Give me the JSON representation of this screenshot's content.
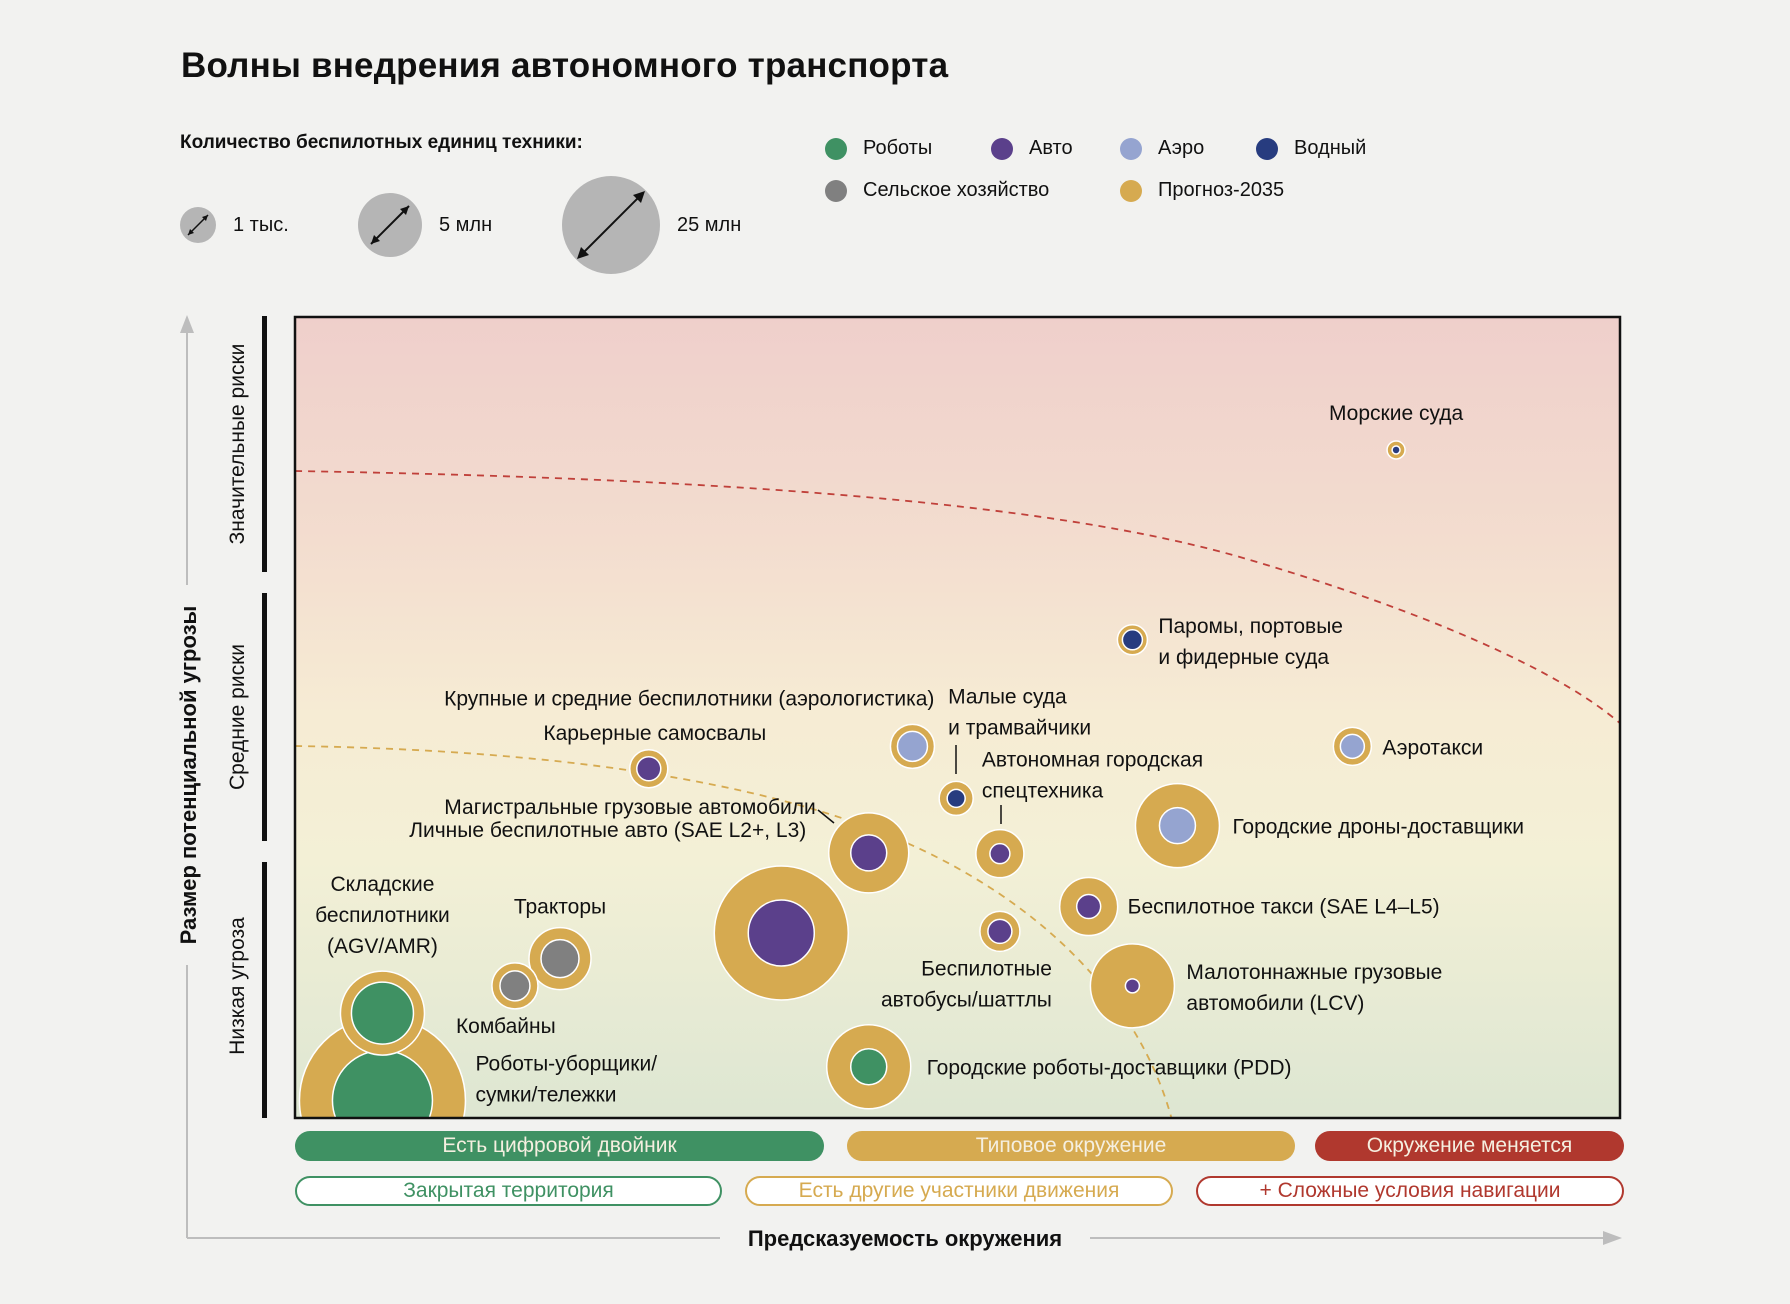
{
  "title": "Волны внедрения автономного транспорта",
  "size_legend": {
    "title": "Количество беспилотных единиц техники:",
    "items": [
      {
        "label": "1 тыс.",
        "value": 1000
      },
      {
        "label": "5 млн",
        "value": 5000000
      },
      {
        "label": "25 млн",
        "value": 25000000
      }
    ]
  },
  "category_legend": [
    {
      "key": "robots",
      "label": "Роботы",
      "color": "#3f9163"
    },
    {
      "key": "auto",
      "label": "Авто",
      "color": "#5b408b"
    },
    {
      "key": "aero",
      "label": "Аэро",
      "color": "#95a4d0"
    },
    {
      "key": "water",
      "label": "Водный",
      "color": "#273c7f"
    },
    {
      "key": "agri",
      "label": "Сельское хозяйство",
      "color": "#808080"
    },
    {
      "key": "forecast",
      "label": "Прогноз-2035",
      "color": "#d6aa50"
    }
  ],
  "y_axis": {
    "label": "Размер потенциальной угрозы",
    "bands": [
      "Значительные риски",
      "Средние риски",
      "Низкая угроза"
    ]
  },
  "x_axis": {
    "label": "Предсказуемость окружения",
    "filled_pills": [
      {
        "label": "Есть цифровой двойник",
        "color": "#3f9163"
      },
      {
        "label": "Типовое окружение",
        "color": "#d6aa50"
      },
      {
        "label": "Окружение меняется",
        "color": "#b0382e"
      }
    ],
    "outline_pills": [
      {
        "label": "Закрытая территория",
        "color": "#3f9163"
      },
      {
        "label": "Есть другие участники движения",
        "color": "#d6aa50"
      },
      {
        "label": "+ Сложные условия навигации",
        "color": "#b0382e"
      }
    ]
  },
  "chart_data": {
    "type": "scatter",
    "subtype": "bubble",
    "title": "Волны внедрения автономного транспорта",
    "xlabel": "Предсказуемость окружения",
    "ylabel": "Размер потенциальной угрозы",
    "xlim": [
      0,
      100
    ],
    "ylim": [
      0,
      100
    ],
    "grid": false,
    "note": "x/y are relative positions in the chart area (0–100); size_current and size_2035 are relative bubble radii (Прогноз-2035 is the outer gold ring)",
    "series": [
      {
        "name": "Морские суда",
        "category": "water",
        "x": 83.1,
        "y": 83.4,
        "size_current": 4,
        "size_2035": 9
      },
      {
        "name": "Паромы, портовые и фидерные суда",
        "category": "water",
        "x": 63.2,
        "y": 59.7,
        "size_current": 10,
        "size_2035": 15
      },
      {
        "name": "Аэротакси",
        "category": "aero",
        "x": 79.8,
        "y": 46.4,
        "size_current": 12,
        "size_2035": 19
      },
      {
        "name": "Крупные и средние беспилотники (аэрологистика)",
        "category": "aero",
        "x": 46.6,
        "y": 46.4,
        "size_current": 15,
        "size_2035": 22
      },
      {
        "name": "Карьерные самосвалы",
        "category": "auto",
        "x": 26.7,
        "y": 43.6,
        "size_current": 12,
        "size_2035": 19
      },
      {
        "name": "Малые суда и трамвайчики",
        "category": "water",
        "x": 49.9,
        "y": 39.9,
        "size_current": 9,
        "size_2035": 17
      },
      {
        "name": "Городские дроны-доставщики",
        "category": "aero",
        "x": 66.6,
        "y": 36.5,
        "size_current": 18,
        "size_2035": 42
      },
      {
        "name": "Магистральные грузовые автомобили",
        "category": "auto",
        "x": 43.3,
        "y": 33.1,
        "size_current": 18,
        "size_2035": 40
      },
      {
        "name": "Автономная городская спецтехника",
        "category": "auto",
        "x": 53.2,
        "y": 33.0,
        "size_current": 10,
        "size_2035": 24
      },
      {
        "name": "Беспилотное такси (SAE L4–L5)",
        "category": "auto",
        "x": 59.9,
        "y": 26.4,
        "size_current": 12,
        "size_2035": 29
      },
      {
        "name": "Личные беспилотные авто (SAE L2+, L3)",
        "category": "auto",
        "x": 36.7,
        "y": 23.1,
        "size_current": 33,
        "size_2035": 67
      },
      {
        "name": "Беспилотные автобусы/шаттлы",
        "category": "auto",
        "x": 53.2,
        "y": 23.3,
        "size_current": 12,
        "size_2035": 20
      },
      {
        "name": "Тракторы",
        "category": "agri",
        "x": 20.0,
        "y": 19.9,
        "size_current": 19,
        "size_2035": 31
      },
      {
        "name": "Комбайны",
        "category": "agri",
        "x": 16.6,
        "y": 16.5,
        "size_current": 15,
        "size_2035": 23
      },
      {
        "name": "Малотоннажные грузовые автомобили (LCV)",
        "category": "auto",
        "x": 63.2,
        "y": 16.5,
        "size_current": 7,
        "size_2035": 42
      },
      {
        "name": "Складские беспилотники (AGV/AMR)",
        "category": "robots",
        "x": 6.6,
        "y": 13.1,
        "size_current": 31,
        "size_2035": 42
      },
      {
        "name": "Городские роботы-доставщики (PDD)",
        "category": "robots",
        "x": 43.3,
        "y": 6.4,
        "size_current": 18,
        "size_2035": 42
      },
      {
        "name": "Роботы-уборщики/сумки/тележки",
        "category": "robots",
        "x": 6.6,
        "y": 2.2,
        "size_current": 50,
        "size_2035": 83
      }
    ],
    "boundaries": [
      {
        "name": "high-risk-boundary",
        "color": "#c0403a",
        "style": "dashed"
      },
      {
        "name": "medium-risk-boundary",
        "color": "#d6aa50",
        "style": "dashed"
      }
    ]
  }
}
